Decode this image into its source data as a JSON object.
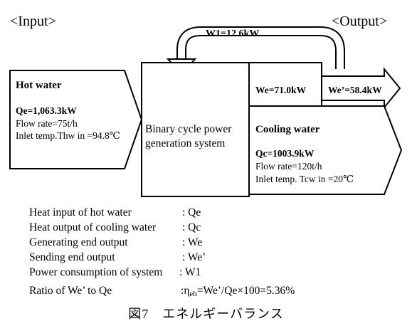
{
  "header": {
    "input": "<Input>",
    "output": "<Output>"
  },
  "w1_label": "W1=12.6kW",
  "hot_water": {
    "title": "Hot water",
    "qe": "Qe=1,063.3kW",
    "flow": "Flow rate=75t/h",
    "inlet": "Inlet temp.Thw in =94.8℃"
  },
  "system": {
    "line1": "Binary cycle power",
    "line2": "generation system"
  },
  "we_label": "We=71.0kW",
  "we_prime_label": "We’=58.4kW",
  "cooling_water": {
    "title": "Cooling water",
    "qc": "Qc=1003.9kW",
    "flow": "Flow rate=120t/h",
    "inlet": "Inlet temp. Tcw in =20℃"
  },
  "legend": [
    {
      "label": "Heat input of hot water",
      "value": ": Qe"
    },
    {
      "label": "Heat output of cooling water",
      "value": ": Qc"
    },
    {
      "label": "Generating end output",
      "value": ": We"
    },
    {
      "label": "Sending end output",
      "value": ": We’"
    },
    {
      "label": "Power consumption of system",
      "value": ": W1"
    }
  ],
  "ratio": {
    "label": "Ratio of We’ to Qe",
    "prefix": ":",
    "eta": "η",
    "sub": "eh",
    "formula": "=We’/Qe×100=5.36%"
  },
  "caption": "図7　エネルギーバランス"
}
